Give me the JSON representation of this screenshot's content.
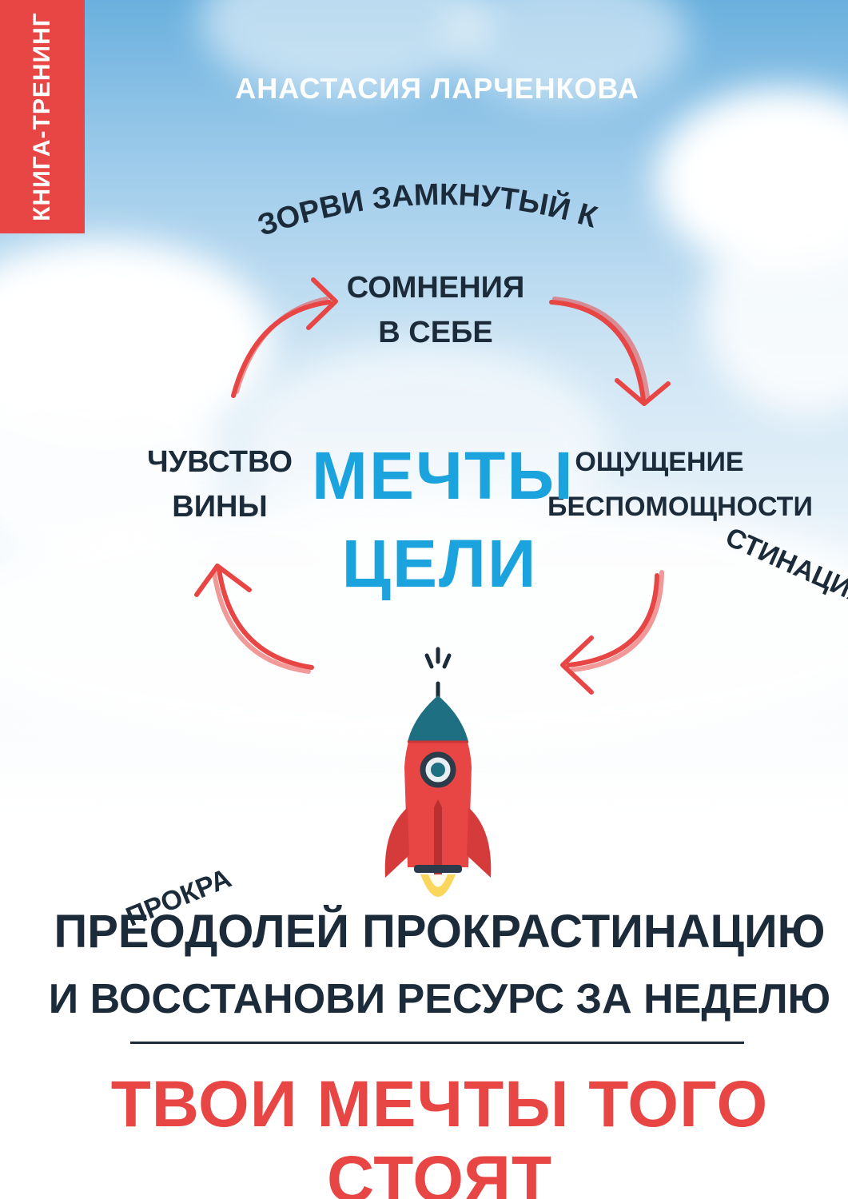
{
  "cover": {
    "badge": "КНИГА-ТРЕНИНГ",
    "author": "АНАСТАСИЯ ЛАРЧЕНКОВА",
    "arc_heading": "РАЗОРВИ ЗАМКНУТЫЙ КРУГ",
    "cycle": {
      "top_line1": "СОМНЕНИЯ",
      "top_line2": "В СЕБЕ",
      "right_line1": "ОЩУЩЕНИЕ",
      "right_line2": "БЕСПОМОЩНОСТИ",
      "left_line1": "ЧУВСТВО",
      "left_line2": "ВИНЫ",
      "bottom_part1": "ПРОКРА",
      "bottom_part2": "СТИНАЦИЯ"
    },
    "center_line1": "МЕЧТЫ",
    "center_line2": "ЦЕЛИ",
    "title_line1": "ПРЕОДОЛЕЙ ПРОКРАСТИНАЦИЮ",
    "title_line2": "И ВОССТАНОВИ РЕСУРС ЗА НЕДЕЛЮ",
    "slogan": "ТВОИ МЕЧТЫ ТОГО СТОЯТ"
  },
  "colors": {
    "accent_red": "#e84545",
    "accent_blue": "#1aa3dd",
    "text_dark": "#1c2b3a"
  },
  "icons": [
    "rocket-icon",
    "cycle-arrow-icon"
  ]
}
